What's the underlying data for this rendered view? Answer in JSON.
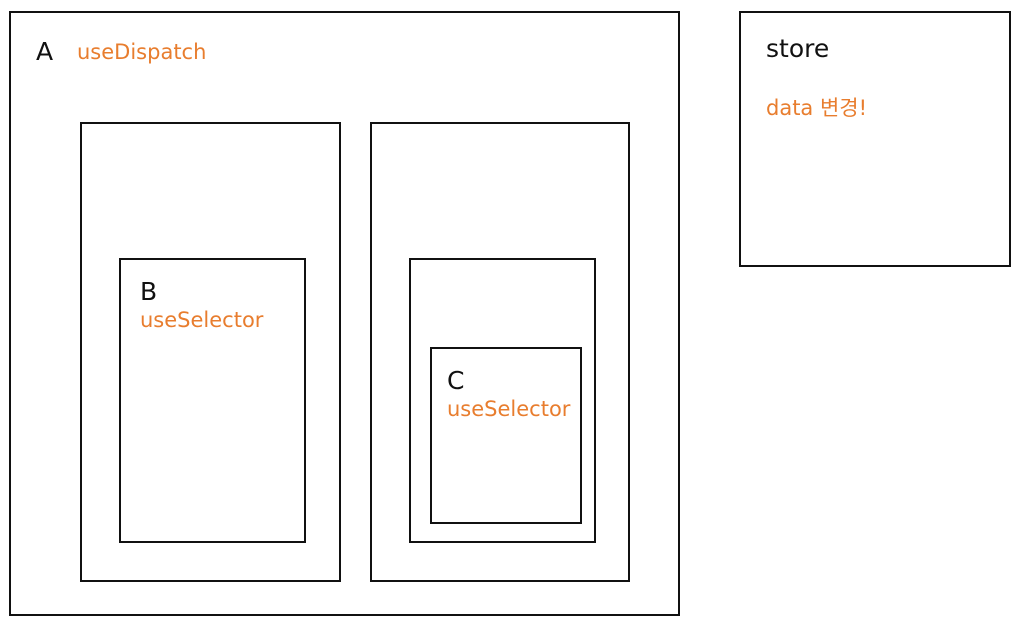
{
  "colors": {
    "outline": "#111111",
    "hook_text": "#e87d2e",
    "name_text": "#111111",
    "background": "#ffffff"
  },
  "component_a": {
    "name": "A",
    "hook": "useDispatch"
  },
  "component_b": {
    "name": "B",
    "hook": "useSelector"
  },
  "component_c": {
    "name": "C",
    "hook": "useSelector"
  },
  "store": {
    "name": "store",
    "note": "data 변경!"
  }
}
